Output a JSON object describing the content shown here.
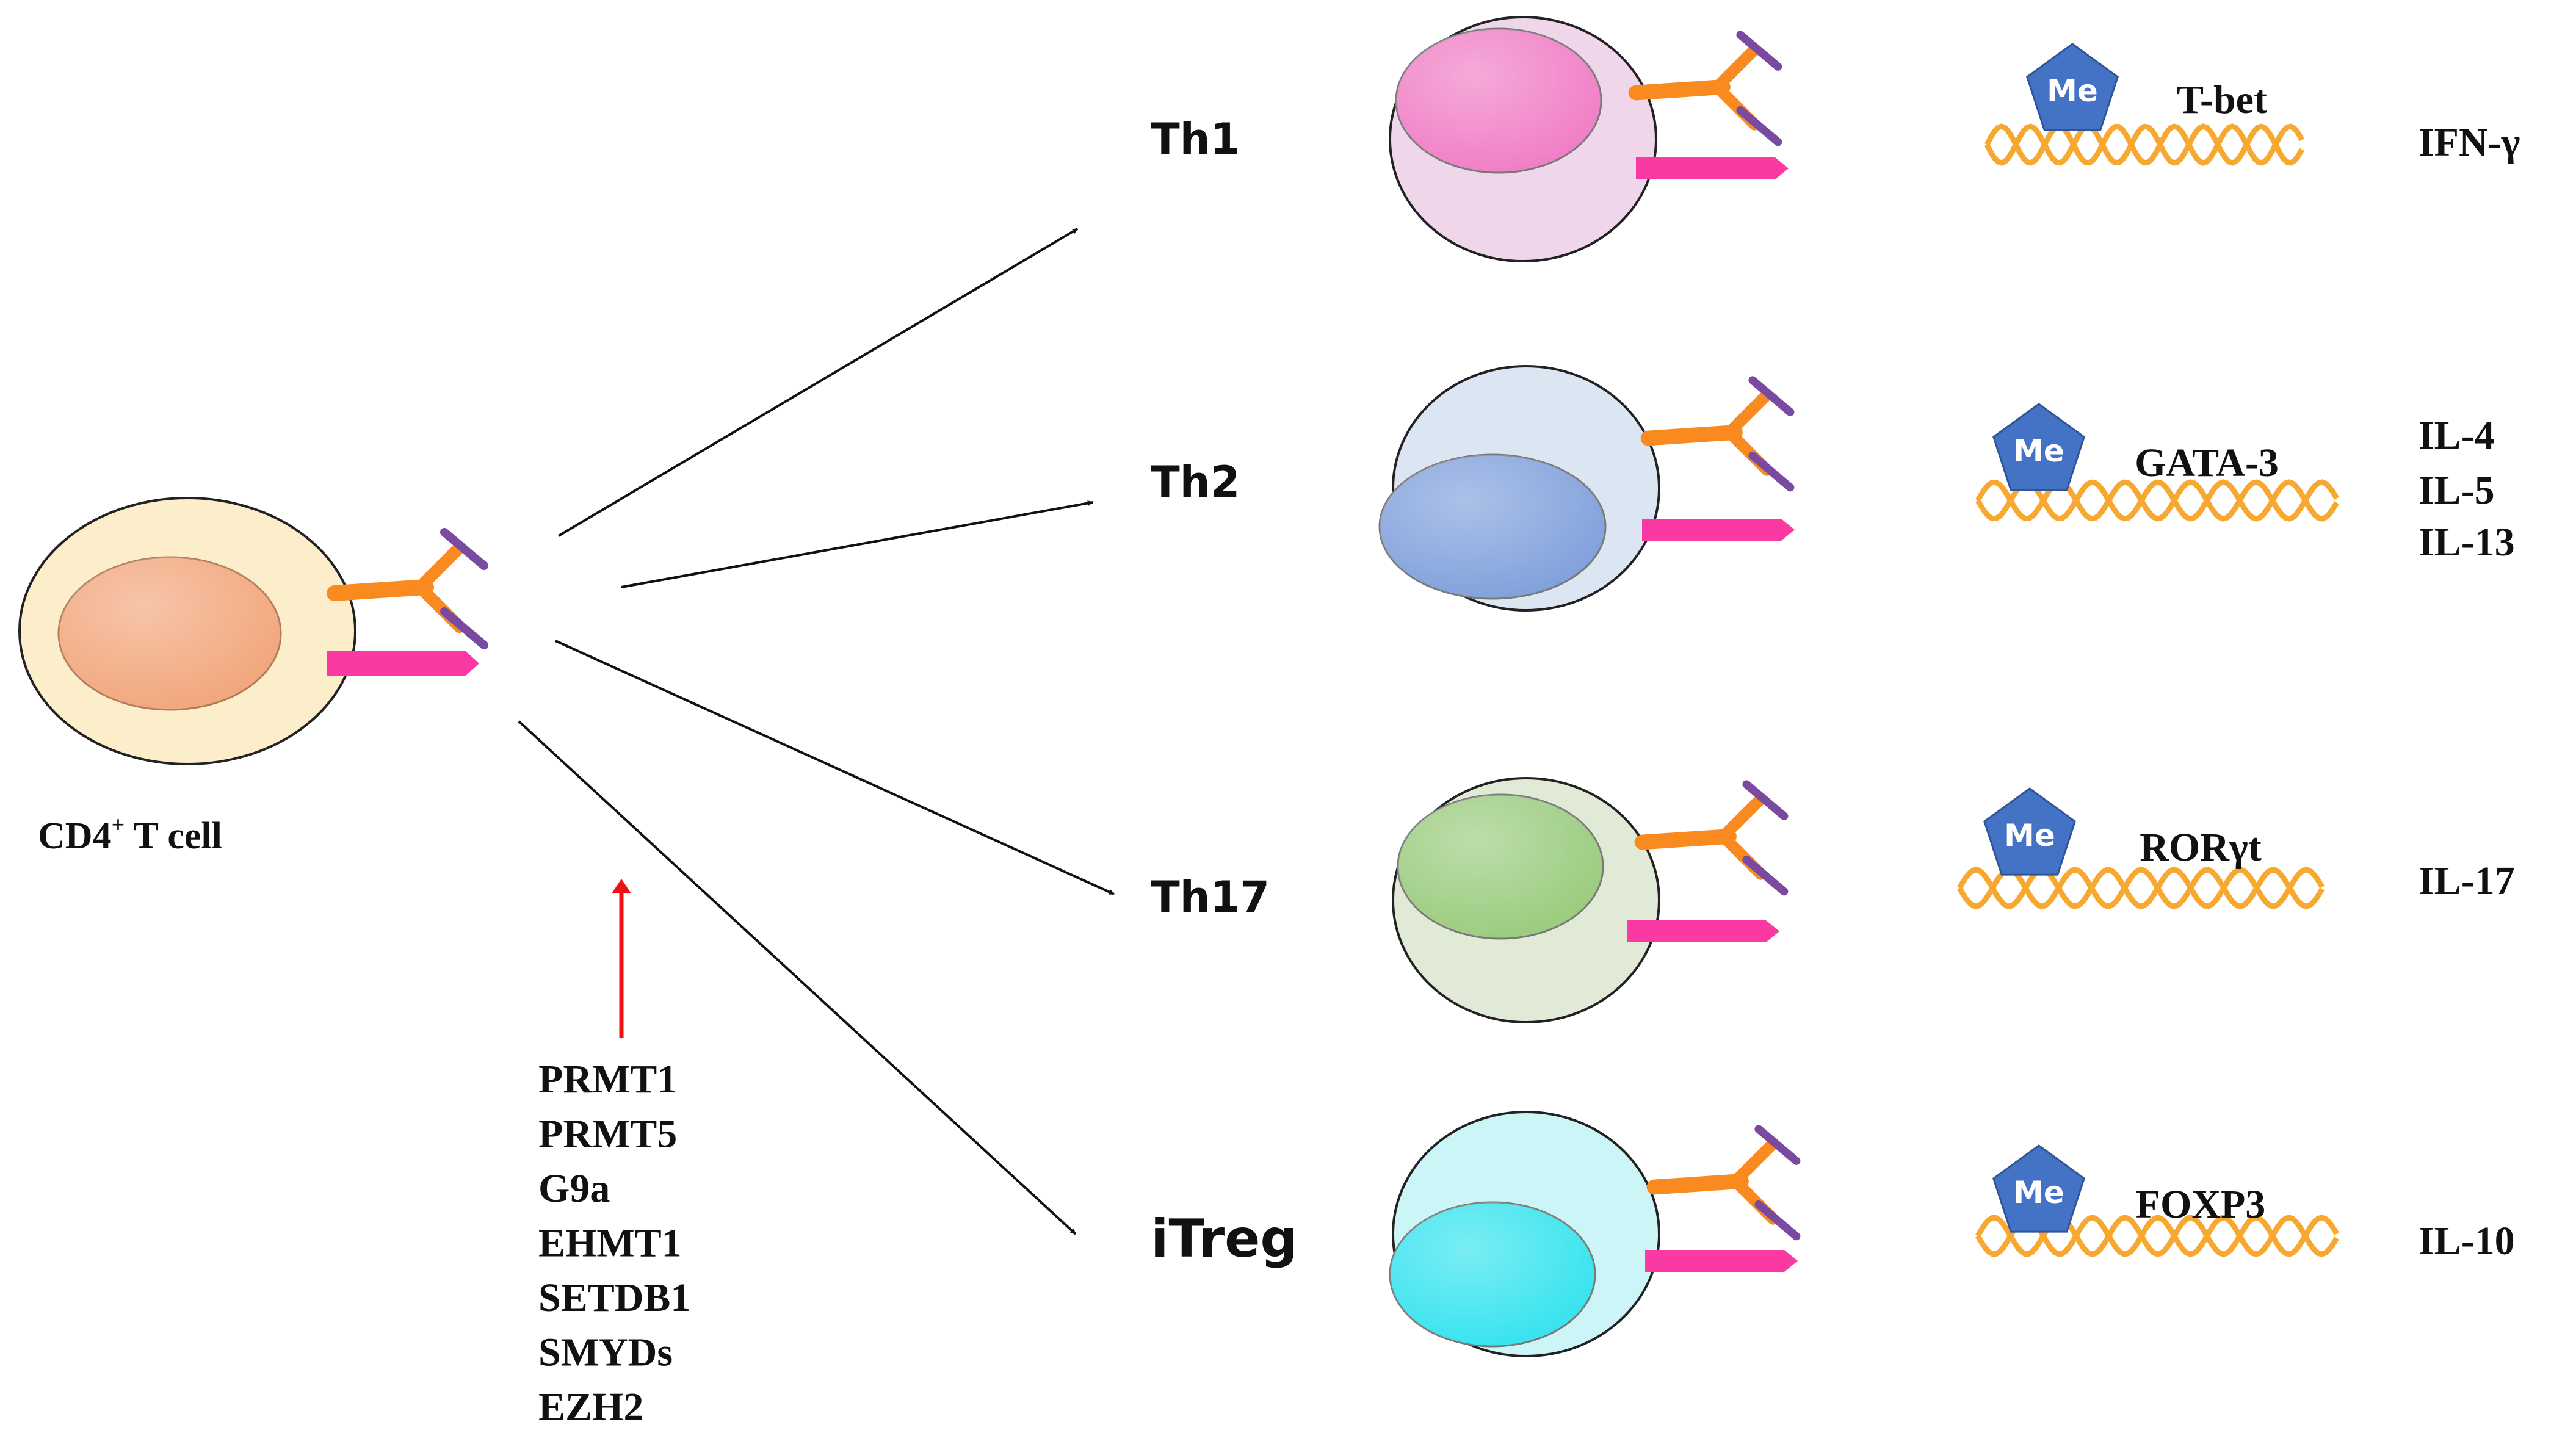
{
  "source_cell": {
    "label": "CD4",
    "superscript": "+",
    "suffix": " T cell",
    "membrane": "#fdeecb",
    "nucleus": "#f2a57a"
  },
  "regulators": [
    "PRMT1",
    "PRMT5",
    "G9a",
    "EHMT1",
    "SETDB1",
    "SMYDs",
    "EZH2"
  ],
  "regulator_arrow_color": "#ee1111",
  "methyl_label": "Me",
  "colors": {
    "receptor": "#f98a1f",
    "receptor_arm": "#7a4aa0",
    "bar": "#fa3aa2",
    "pentagon": "#4472c4",
    "dna": "#f7a830",
    "arrow": "#111111"
  },
  "subsets": [
    {
      "name": "Th1",
      "tf": "T-bet",
      "cytokines": [
        "IFN-γ"
      ],
      "membrane": "#efd6ea",
      "nucleus": "#f07cc4"
    },
    {
      "name": "Th2",
      "tf": "GATA-3",
      "cytokines": [
        "IL-4",
        "IL-5",
        "IL-13"
      ],
      "membrane": "#dce6f2",
      "nucleus": "#7f9fdb"
    },
    {
      "name": "Th17",
      "tf": "RORγt",
      "cytokines": [
        "IL-17"
      ],
      "membrane": "#e1ead6",
      "nucleus": "#99cb7c"
    },
    {
      "name": "iTreg",
      "tf": "FOXP3",
      "cytokines": [
        "IL-10"
      ],
      "membrane": "#ccf5f8",
      "nucleus": "#33e3ee"
    }
  ]
}
